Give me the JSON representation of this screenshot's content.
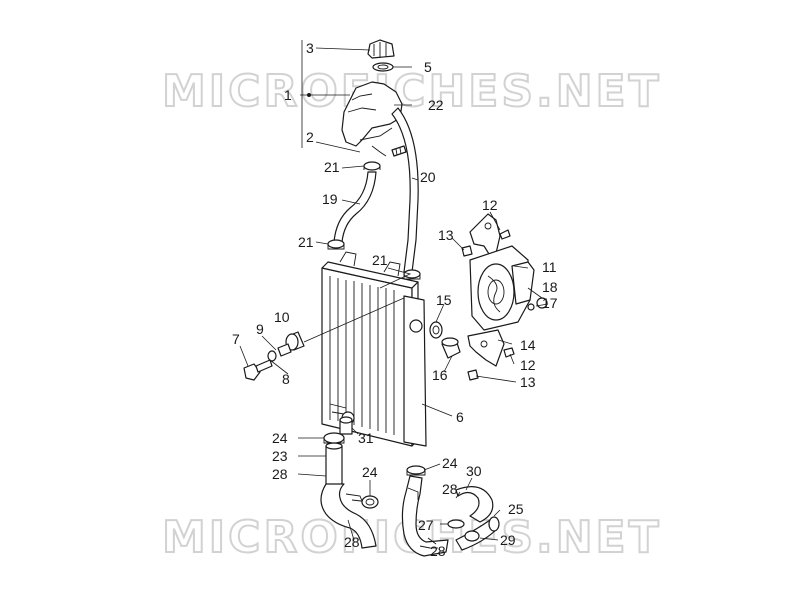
{
  "watermark": {
    "top": "MICROFICHES.NET",
    "bottom": "MICROFICHES.NET"
  },
  "callouts": {
    "c1": "1",
    "c2": "2",
    "c3": "3",
    "c5": "5",
    "c22": "22",
    "c21a": "21",
    "c20": "20",
    "c19": "19",
    "c21b": "21",
    "c21c": "21",
    "c12a": "12",
    "c13a": "13",
    "c11": "11",
    "c18": "18",
    "c17": "17",
    "c15": "15",
    "c10": "10",
    "c9": "9",
    "c7": "7",
    "c8": "8",
    "c14": "14",
    "c12b": "12",
    "c13b": "13",
    "c16": "16",
    "c6": "6",
    "c24a": "24",
    "c31": "31",
    "c23": "23",
    "c28a": "28",
    "c24b": "24",
    "c28b": "28",
    "c24c": "24",
    "c30": "30",
    "c28c": "28",
    "c25": "25",
    "c27": "27",
    "c29": "29",
    "c28d": "28"
  }
}
